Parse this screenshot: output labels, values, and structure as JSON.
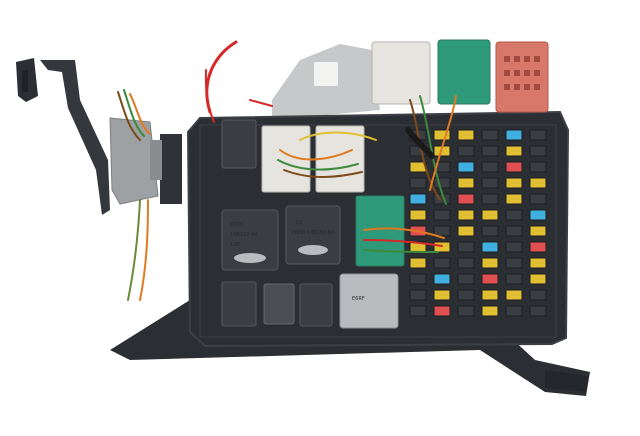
{
  "photo": {
    "colors": {
      "background": "#ffffff",
      "housing": "#2b2e33",
      "housing_edge": "#3c4046",
      "relay": "#3a3d42",
      "relay_light": "#b9bcbf",
      "white_connector": "#e6e4df",
      "teal_connector": "#2f9a79",
      "orange_connector": "#d8786a",
      "gray_connector": "#9ea1a3",
      "wire_red": "#d62828"
    },
    "relay_labels": {
      "left_relay": [
        "E6RF",
        "14B192-AA",
        "12V"
      ],
      "center_relay": [
        "E8",
        "F6HB-14B192-BA"
      ],
      "right_relay": [
        "E6RF"
      ]
    },
    "fuse_colors": [
      "#3a3d42",
      "#e0c032",
      "#e0c032",
      "#3a3d42",
      "#3fb0df",
      "#3a3d42",
      "#e05050",
      "#3a3d42",
      "#e0c032",
      "#3a3d42",
      "#3a3d42",
      "#e0c032"
    ]
  }
}
